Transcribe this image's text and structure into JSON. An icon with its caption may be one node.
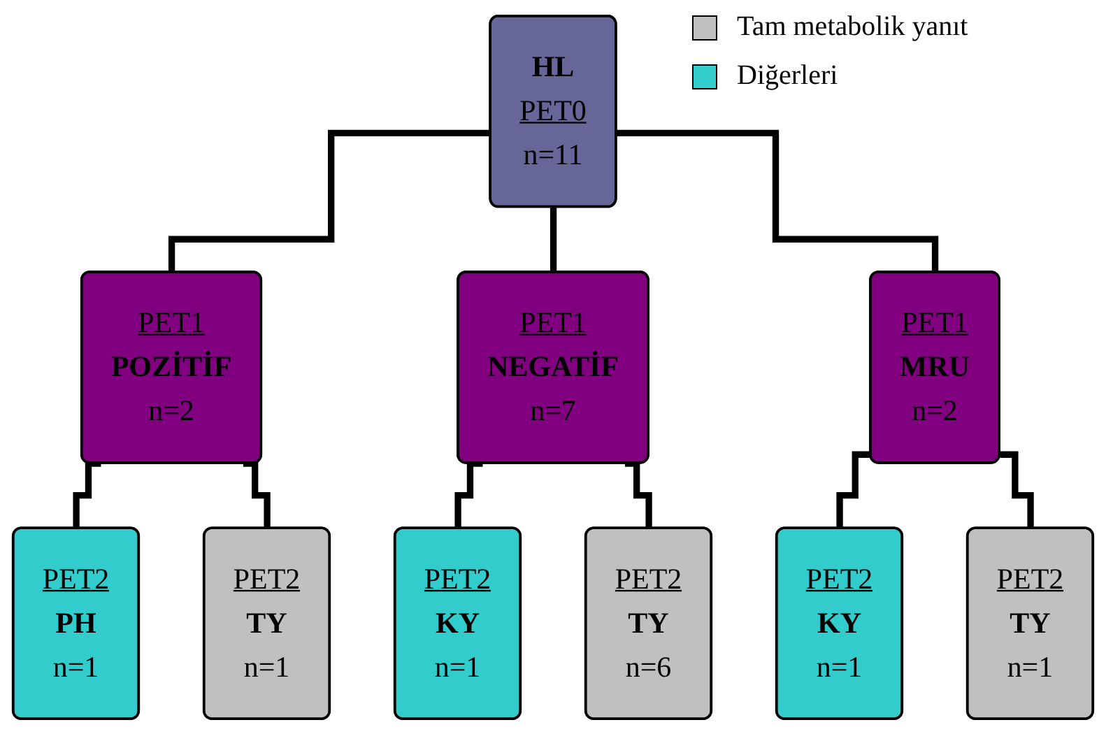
{
  "diagram": {
    "nodes": [
      {
        "text": [
          "HL",
          "PET0",
          "n=11"
        ]
      },
      {
        "text": [
          "PET1",
          "POZİTİF",
          "n=2"
        ]
      },
      {
        "text": [
          "PET1",
          "NEGATİF",
          "n=7"
        ]
      },
      {
        "text": [
          "PET1",
          "MRU",
          "n=2"
        ]
      },
      {
        "text": [
          "PET2",
          "PH",
          "n=1"
        ]
      },
      {
        "text": [
          "PET2",
          "TY",
          "n=1"
        ]
      },
      {
        "text": [
          "PET2",
          "KY",
          "n=1"
        ]
      },
      {
        "text": [
          "PET2",
          "TY",
          "n=6"
        ]
      },
      {
        "text": [
          "PET2",
          "KY",
          "n=1"
        ]
      },
      {
        "text": [
          "PET2",
          "TY",
          "n=1"
        ]
      }
    ],
    "edges": [
      {
        "from": 0,
        "to": 1,
        "arrow": "none"
      },
      {
        "from": 0,
        "to": 2,
        "arrow": "none"
      },
      {
        "from": 0,
        "to": 3,
        "arrow": "none"
      },
      {
        "from": 1,
        "to": 4,
        "arrow": "none"
      },
      {
        "from": 1,
        "to": 5,
        "arrow": "none"
      },
      {
        "from": 2,
        "to": 6,
        "arrow": "none"
      },
      {
        "from": 2,
        "to": 7,
        "arrow": "none"
      },
      {
        "from": 3,
        "to": 8,
        "arrow": "none"
      },
      {
        "from": 3,
        "to": 9,
        "arrow": "none"
      }
    ],
    "legend": [
      {
        "text": "Tam metabolik yanıt",
        "color": "#c0c0c0"
      },
      {
        "text": "Diğerleri",
        "color": "#33cccc"
      }
    ]
  }
}
